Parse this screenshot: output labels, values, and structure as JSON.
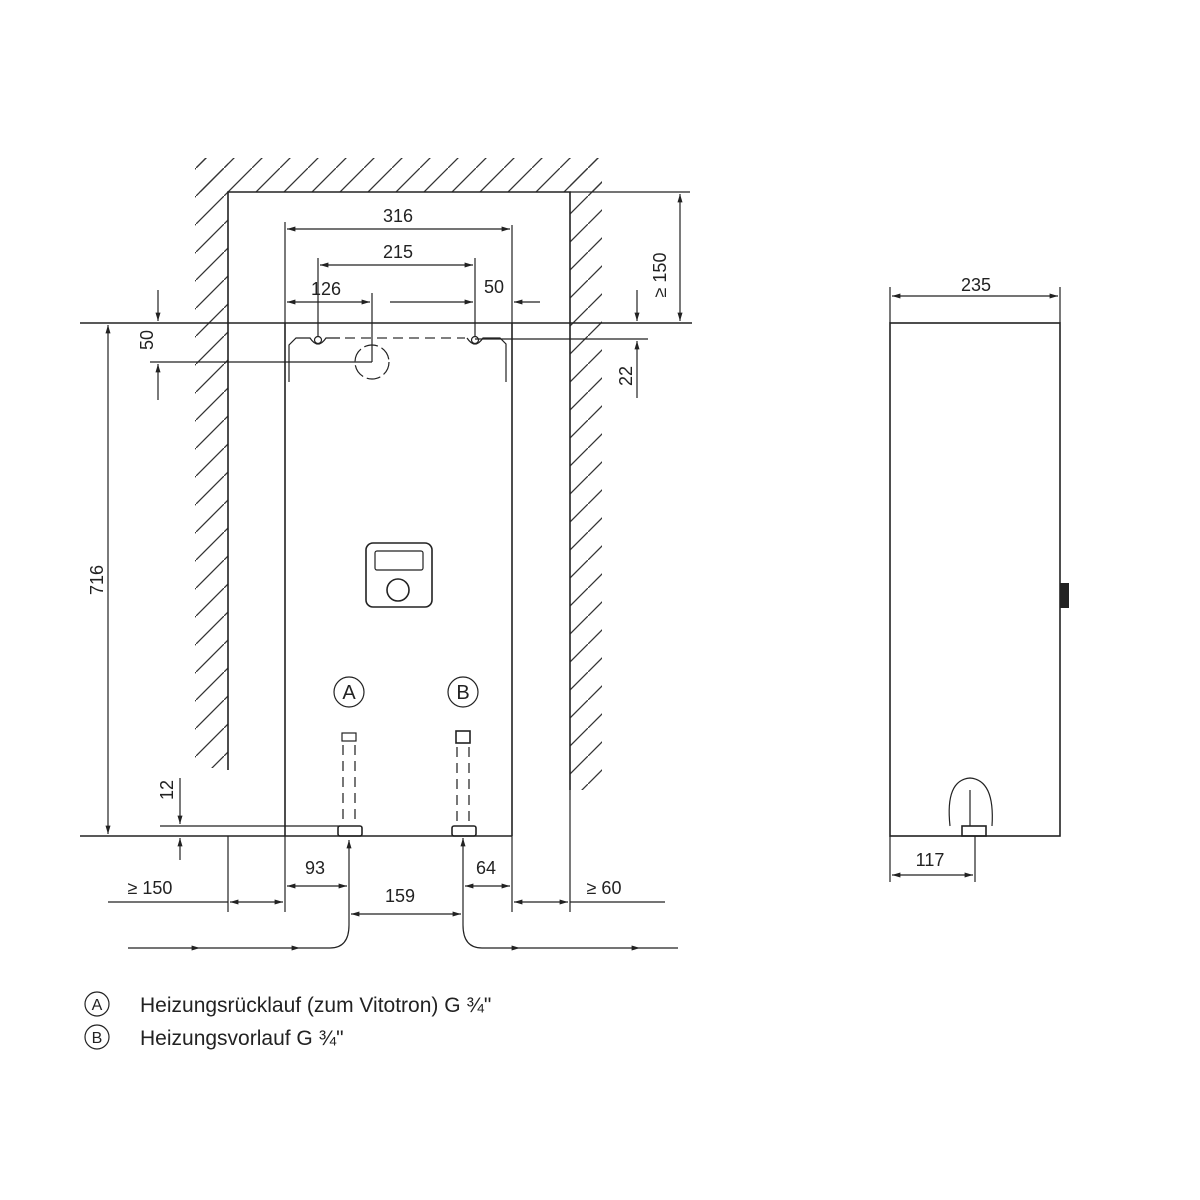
{
  "dimensions": {
    "width_316": "316",
    "width_215": "215",
    "width_126": "126",
    "width_50_top": "50",
    "height_50_left": "50",
    "height_22": "22",
    "clearance_top": "≥ 150",
    "height_716": "716",
    "height_12": "12",
    "dist_93": "93",
    "dist_159": "159",
    "dist_64": "64",
    "clearance_left": "≥ 150",
    "clearance_right": "≥ 60",
    "side_depth_235": "235",
    "side_117": "117"
  },
  "connections": {
    "a_label": "A",
    "b_label": "B"
  },
  "legend": [
    {
      "key": "A",
      "text": "Heizungsrücklauf (zum Vitotron) G ¾\""
    },
    {
      "key": "B",
      "text": "Heizungsvorlauf G ¾\""
    }
  ]
}
